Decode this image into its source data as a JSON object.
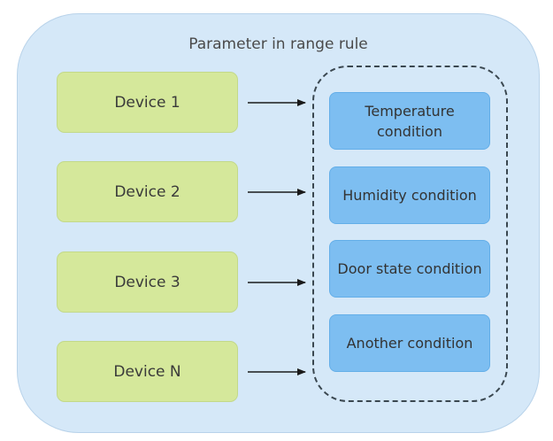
{
  "title": "Parameter in range rule",
  "devices": [
    {
      "label": "Device 1"
    },
    {
      "label": "Device 2"
    },
    {
      "label": "Device 3"
    },
    {
      "label": "Device N"
    }
  ],
  "conditions": [
    {
      "label": "Temperature condition"
    },
    {
      "label": "Humidity condition"
    },
    {
      "label": "Door state condition"
    },
    {
      "label": "Another condition"
    }
  ],
  "colors": {
    "panel": "#d5e8f8",
    "device": "#d5e89b",
    "condition": "#7dbef1",
    "arrow": "#1a1a1a",
    "dashed_border": "#3a4750"
  }
}
